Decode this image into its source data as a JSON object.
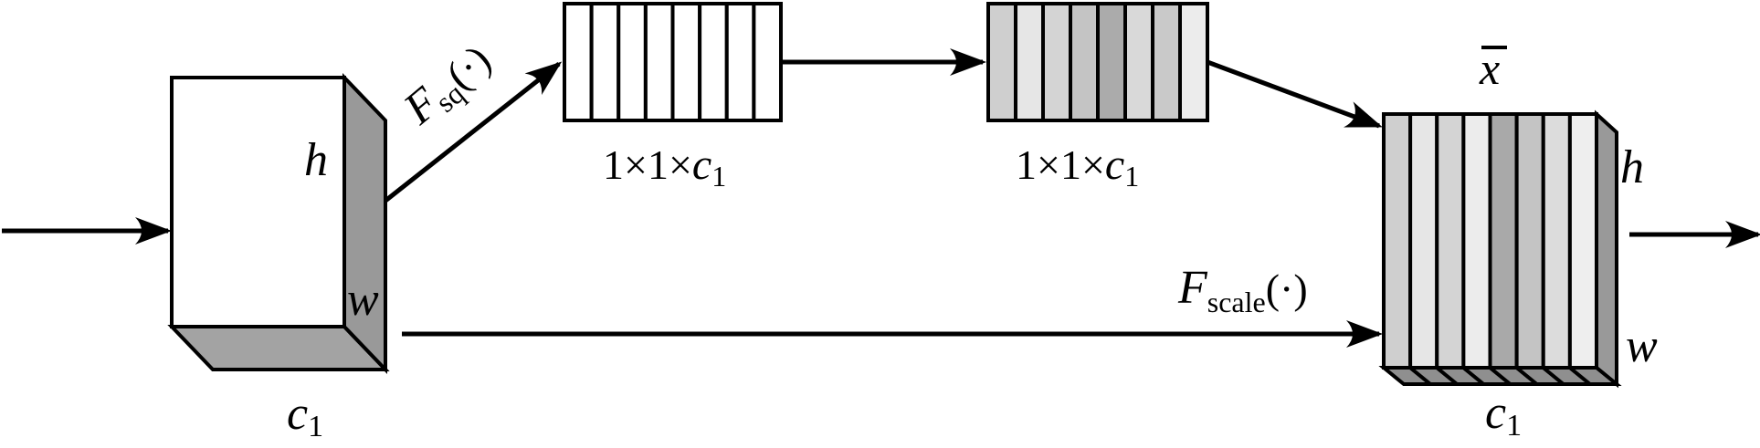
{
  "input_block": {
    "height_label": "h",
    "width_label": "w",
    "channel_label": "c",
    "channel_subscript": "1"
  },
  "squeeze": {
    "label": "F",
    "subscript": "sq",
    "arg": "(·)"
  },
  "vector1": {
    "label_prefix": "1×1×",
    "label_var": "c",
    "label_sub": "1",
    "stripe_fills": [
      "#ffffff",
      "#ffffff",
      "#ffffff",
      "#ffffff",
      "#ffffff",
      "#ffffff",
      "#ffffff",
      "#ffffff"
    ]
  },
  "vector2": {
    "label_prefix": "1×1×",
    "label_var": "c",
    "label_sub": "1",
    "stripe_fills": [
      "#cfcfcf",
      "#e6e6e6",
      "#d4d4d4",
      "#c4c4c4",
      "#ababab",
      "#d9d9d9",
      "#c9c9c9",
      "#ececec"
    ]
  },
  "scale": {
    "label": "F",
    "subscript": "scale",
    "arg": "(·)"
  },
  "output_block": {
    "title": "x",
    "height_label": "h",
    "width_label": "w",
    "channel_label": "c",
    "channel_subscript": "1",
    "stripe_fills": [
      "#cfcfcf",
      "#e6e6e6",
      "#d4d4d4",
      "#ececec",
      "#a9a9a9",
      "#c4c4c4",
      "#dcdcdc",
      "#eeeeee"
    ]
  },
  "colors": {
    "stroke": "#000000",
    "block_side": "#999999",
    "block_bottom": "#a3a3a3"
  }
}
